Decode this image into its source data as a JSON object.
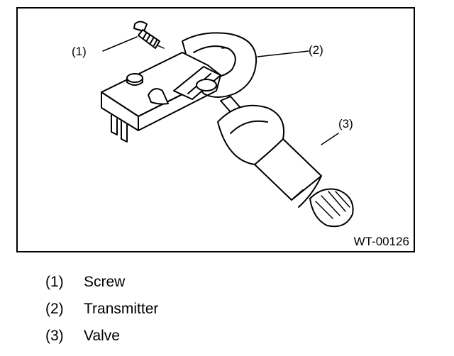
{
  "figure": {
    "code": "WT-00126",
    "callouts": [
      {
        "number": "(1)",
        "part": "screw"
      },
      {
        "number": "(2)",
        "part": "transmitter"
      },
      {
        "number": "(3)",
        "part": "valve"
      }
    ]
  },
  "legend": [
    {
      "number": "(1)",
      "label": "Screw"
    },
    {
      "number": "(2)",
      "label": "Transmitter"
    },
    {
      "number": "(3)",
      "label": "Valve"
    }
  ]
}
